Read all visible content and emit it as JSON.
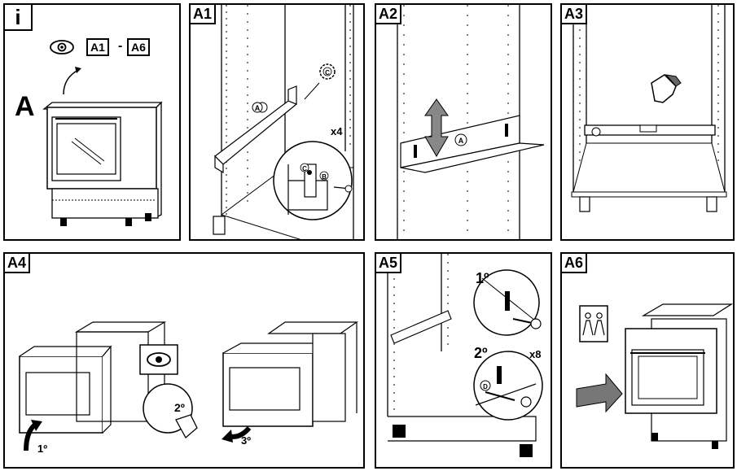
{
  "panels": {
    "i": {
      "tag": "i"
    },
    "a1": {
      "tag": "A1"
    },
    "a2": {
      "tag": "A2"
    },
    "a3": {
      "tag": "A3"
    },
    "a4": {
      "tag": "A4"
    },
    "a5": {
      "tag": "A5"
    },
    "a6": {
      "tag": "A6"
    }
  },
  "info": {
    "big_letter": "A",
    "range_start": "A1",
    "range_sep": "-",
    "range_end": "A6"
  },
  "a1": {
    "part_a": "A",
    "part_c": "C",
    "part_c2": "C",
    "part_b": "B",
    "qty": "x4"
  },
  "a2": {
    "part_a": "A"
  },
  "a4": {
    "step1": "1º",
    "step2": "2º",
    "step3": "3º"
  },
  "a5": {
    "step1": "1º",
    "step2": "2º",
    "qty": "x8",
    "part_d": "D"
  }
}
